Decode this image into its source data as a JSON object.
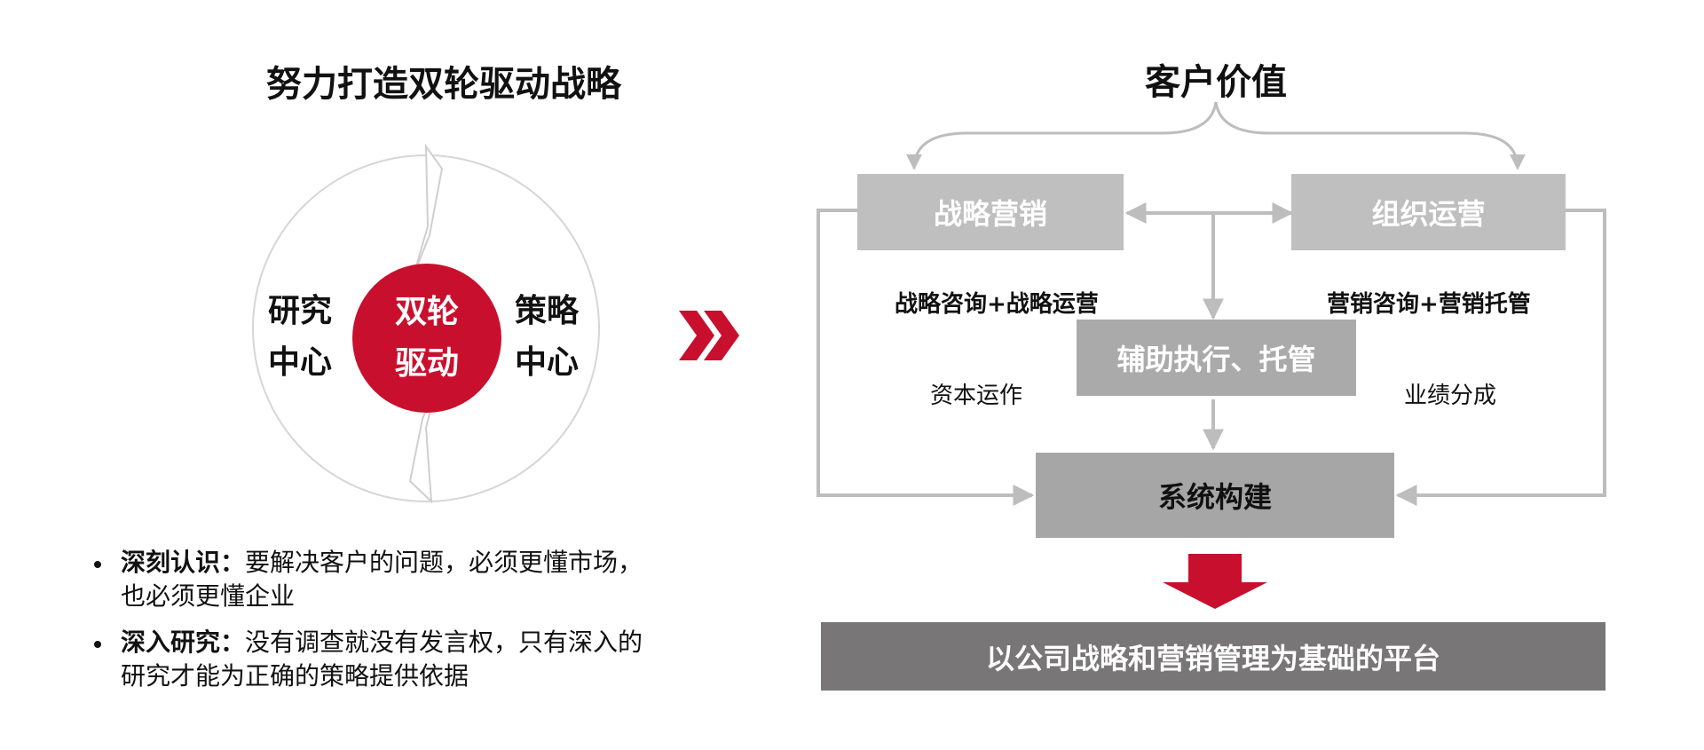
{
  "left": {
    "title": "努力打造双轮驱动战略",
    "wheel": {
      "line1": "双轮",
      "line2": "驱动"
    },
    "research_center": {
      "line1": "研究",
      "line2": "中心"
    },
    "strategy_center": {
      "line1": "策略",
      "line2": "中心"
    },
    "bullets": [
      {
        "head": "深刻认识：",
        "line1": "要解决客户的问题，必须更懂市场，",
        "line2": "也必须更懂企业"
      },
      {
        "head": "深入研究：",
        "line1": "没有调查就没有发言权，只有深入的",
        "line2": "研究才能为正确的策略提供依据"
      }
    ]
  },
  "right": {
    "title": "客户价值",
    "strategic_marketing": "战略营销",
    "org_operations": "组织运营",
    "caption_left_bold": "战略咨询+战略运营",
    "caption_right_bold": "营销咨询+营销托管",
    "assist_box": "辅助执行、托管",
    "caption_left": "资本运作",
    "caption_right": "业绩分成",
    "system_box": "系统构建",
    "platform_box": "以公司战略和营销管理为基础的平台"
  },
  "colors": {
    "accent": "#c8102e",
    "box_light": "#bfbfbf",
    "box_mid": "#aaaaaa",
    "box_dark": "#787676",
    "connector": "#bdbdbd"
  }
}
